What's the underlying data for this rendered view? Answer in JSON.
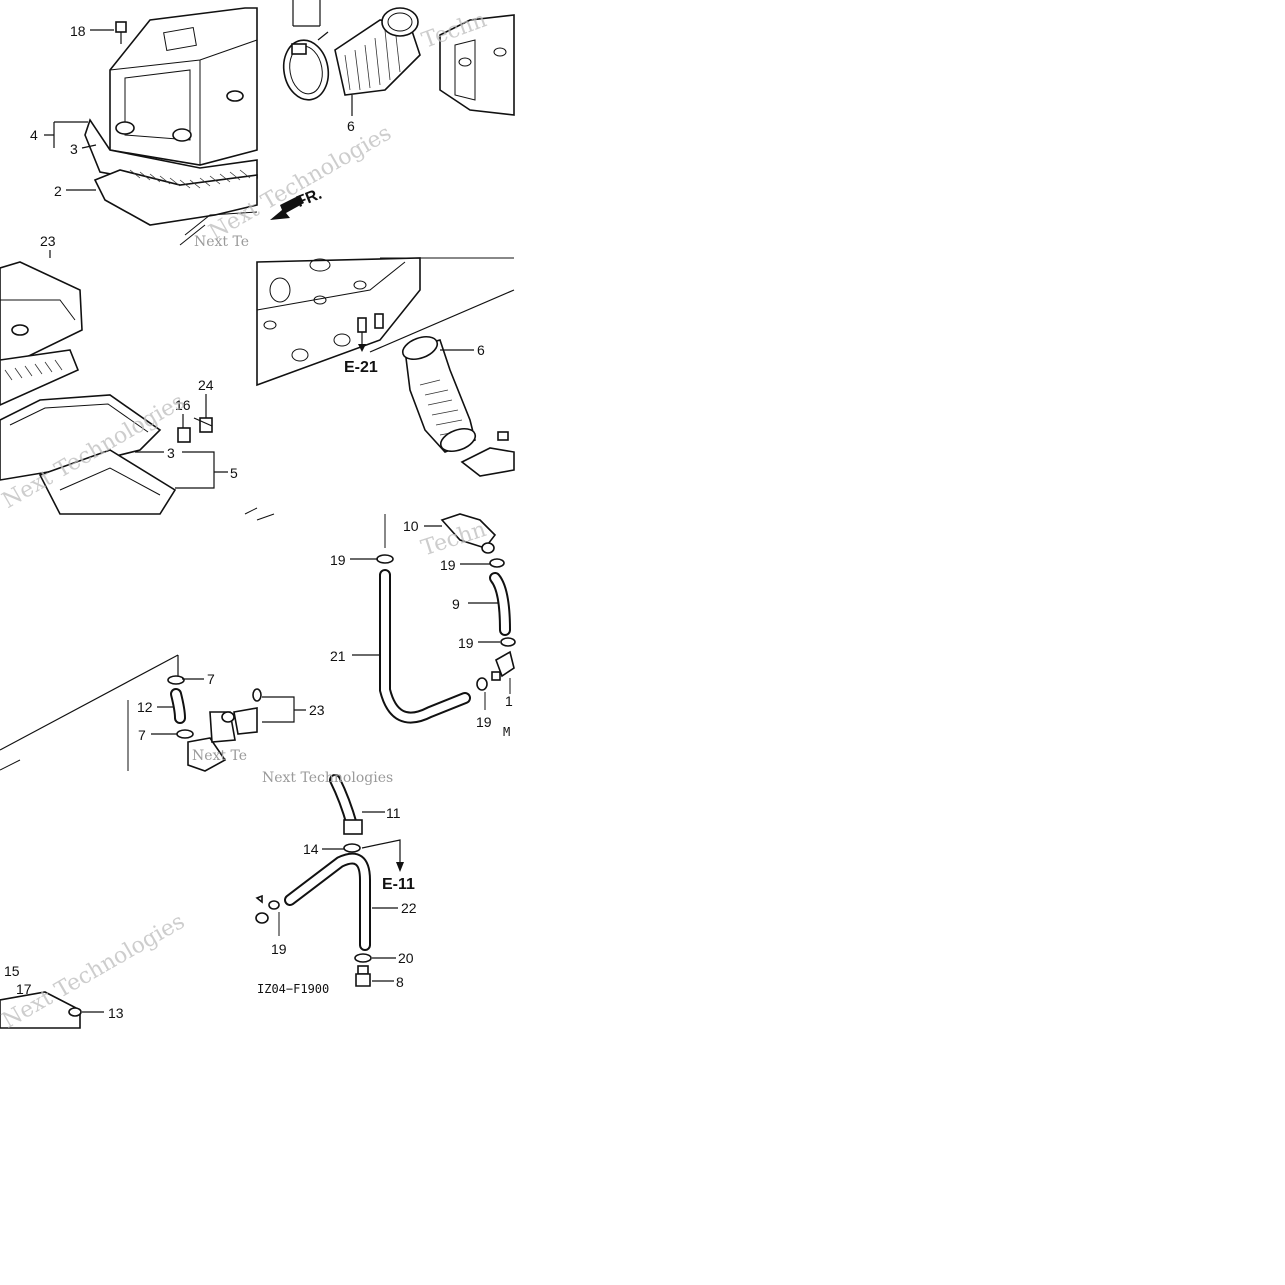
{
  "diagram": {
    "code": "IZ04−F1900",
    "direction_label": "FR.",
    "references": [
      "E-21",
      "E-11"
    ],
    "callouts": {
      "c18": "18",
      "c4": "4",
      "c3a": "3",
      "c2": "2",
      "c6a": "6",
      "c23a": "23",
      "c24": "24",
      "c16": "16",
      "c3b": "3",
      "c5": "5",
      "c6b": "6",
      "c10": "10",
      "c19a": "19",
      "c19b": "19",
      "c9": "9",
      "c19c": "19",
      "c21": "21",
      "c1": "1",
      "c19d": "19",
      "cM": "M",
      "c7a": "7",
      "c12": "12",
      "c7b": "7",
      "c23b": "23",
      "c11": "11",
      "c14": "14",
      "c22": "22",
      "c19e": "19",
      "c20": "20",
      "c8": "8",
      "c15": "15",
      "c17": "17",
      "c13": "13"
    },
    "watermarks": [
      "Next Technologies",
      "Next Te",
      "Techn"
    ]
  }
}
